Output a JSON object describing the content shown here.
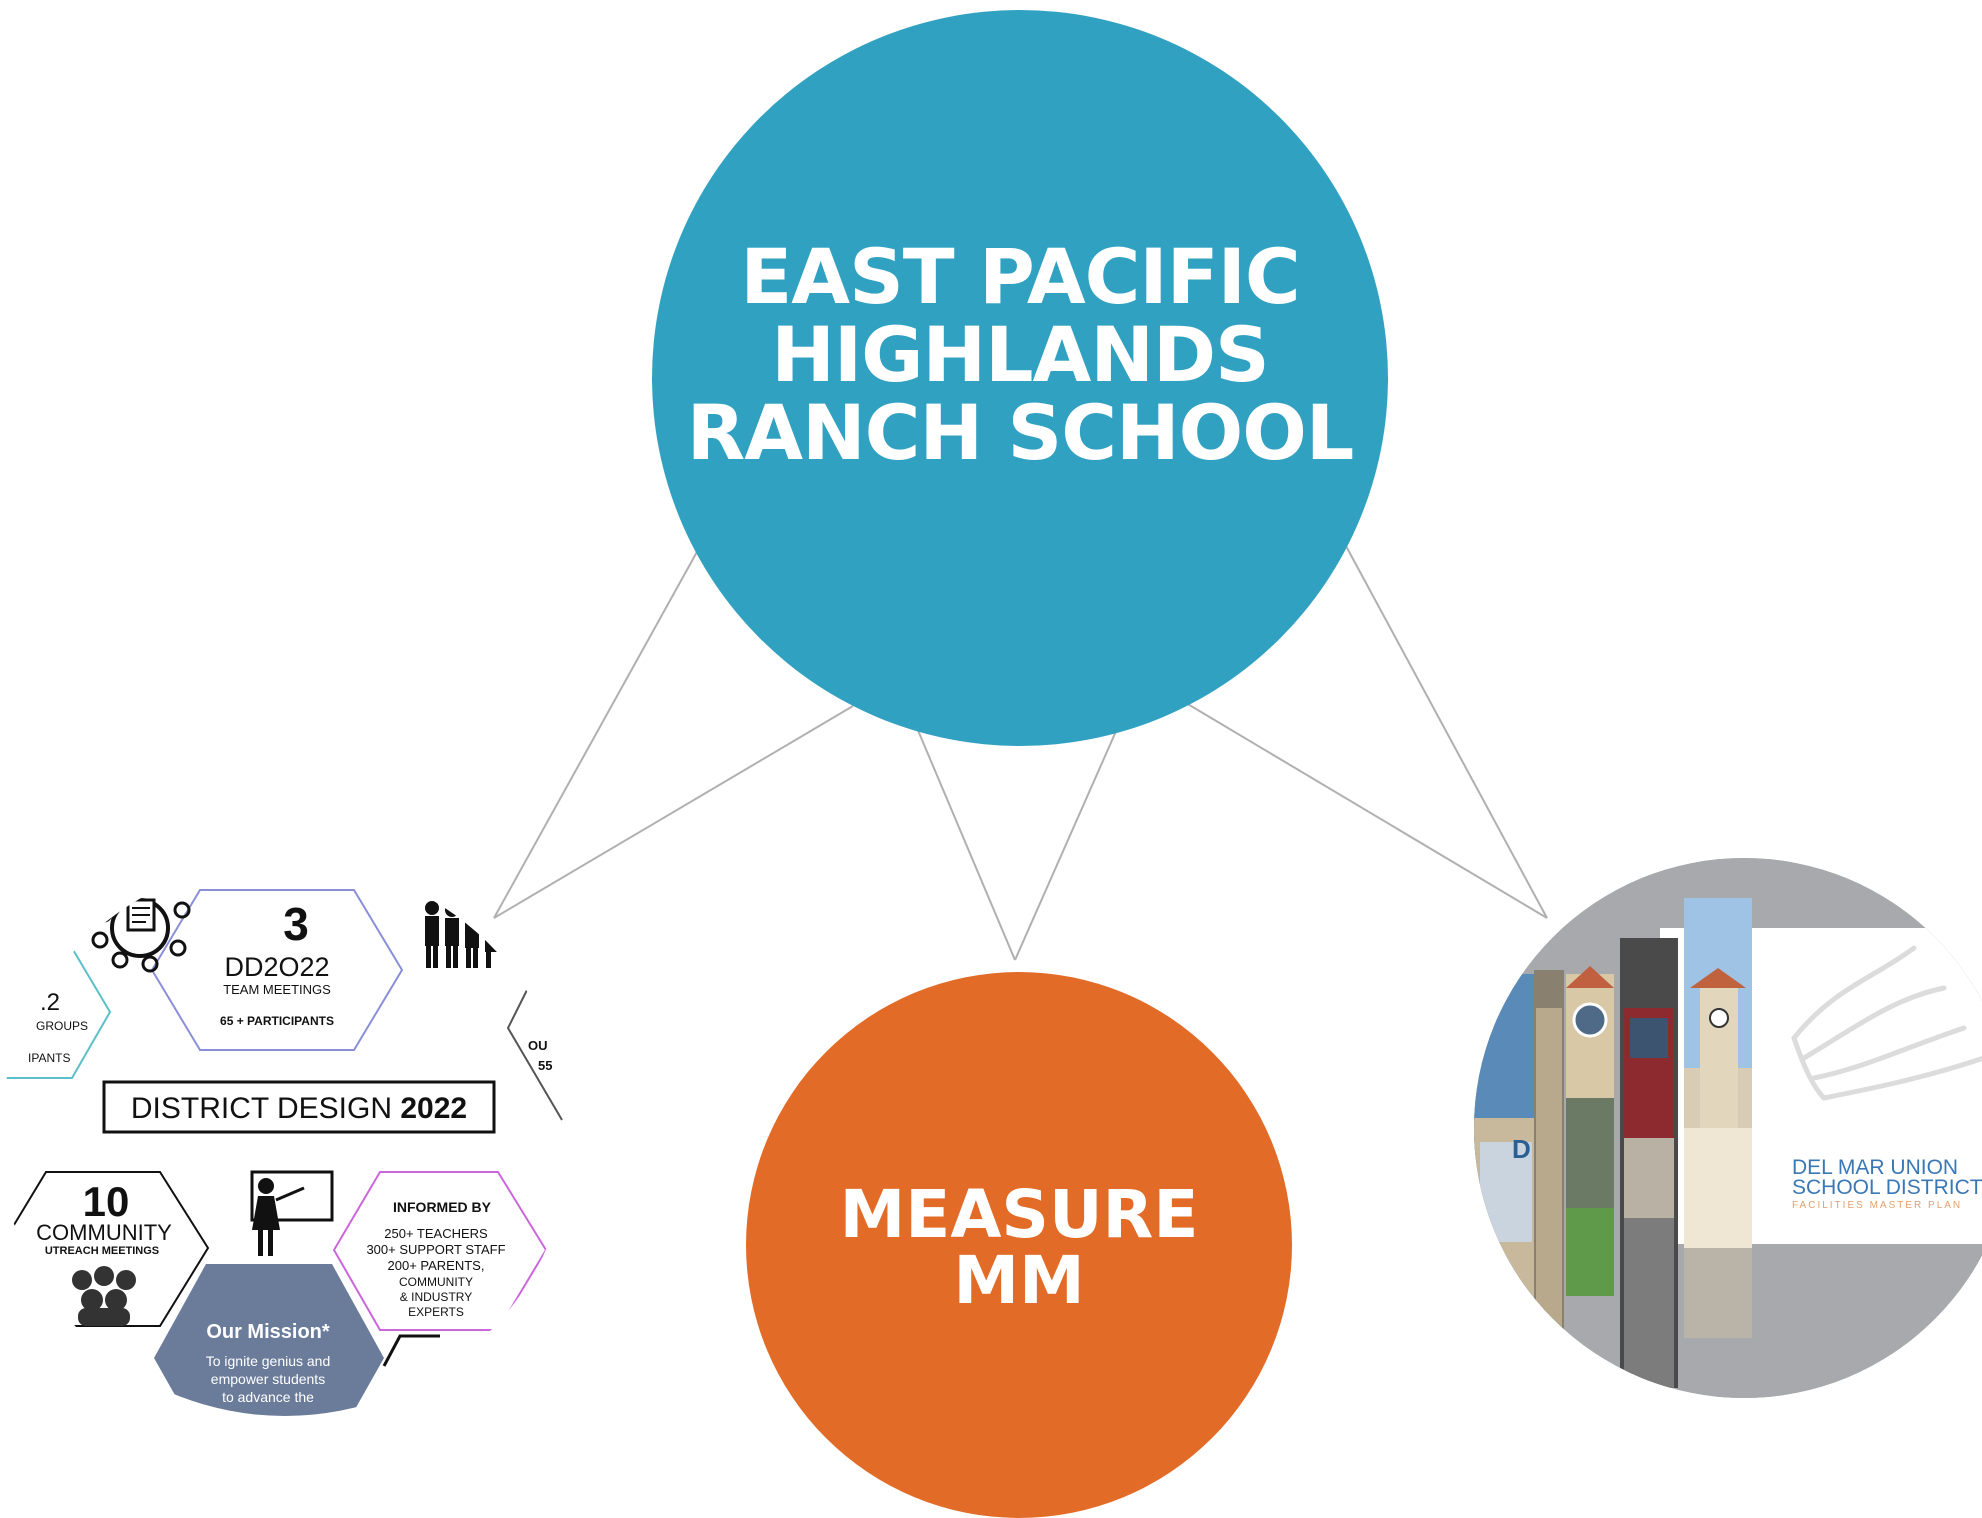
{
  "main_node": {
    "title": "EAST PACIFIC HIGHLANDS RANCH SCHOOL"
  },
  "measure_node": {
    "title": "MEASURE MM"
  },
  "district_design": {
    "meetings_count": "3",
    "meetings_label": "DD2O22",
    "meetings_sub": "TEAM MEETINGS",
    "meetings_participants": "65 + PARTICIPANTS",
    "groups_number": ".2",
    "groups_label": "GROUPS",
    "groups_participants": "IPANTS",
    "banner_text": "DISTRICT DESIGN",
    "banner_year": "2022",
    "outreach_count": "10",
    "outreach_label": "COMMUNITY",
    "outreach_sub": "UTREACH MEETINGS",
    "informed_title": "INFORMED BY",
    "informed_lines": [
      "250+ TEACHERS",
      "300+ SUPPORT STAFF",
      "200+ PARENTS,",
      "COMMUNITY",
      "& INDUSTRY",
      "EXPERTS"
    ],
    "mission_title": "Our Mission*",
    "mission_lines": [
      "To ignite genius and",
      "empower students",
      "to advance the"
    ],
    "right_edge_line1": "OU",
    "right_edge_line2": "55"
  },
  "facilities_plan": {
    "district_line1": "DEL MAR UNION",
    "district_line2": "SCHOOL DISTRICT",
    "plan_label": "FACILITIES MASTER PLAN",
    "sign_letter": "D"
  },
  "colors": {
    "main_circle": "#31a1c2",
    "measure_circle": "#e26b27",
    "connector": "#b0b0b0",
    "district_blue": "#3a78b5",
    "plan_orange": "#e0a070"
  }
}
